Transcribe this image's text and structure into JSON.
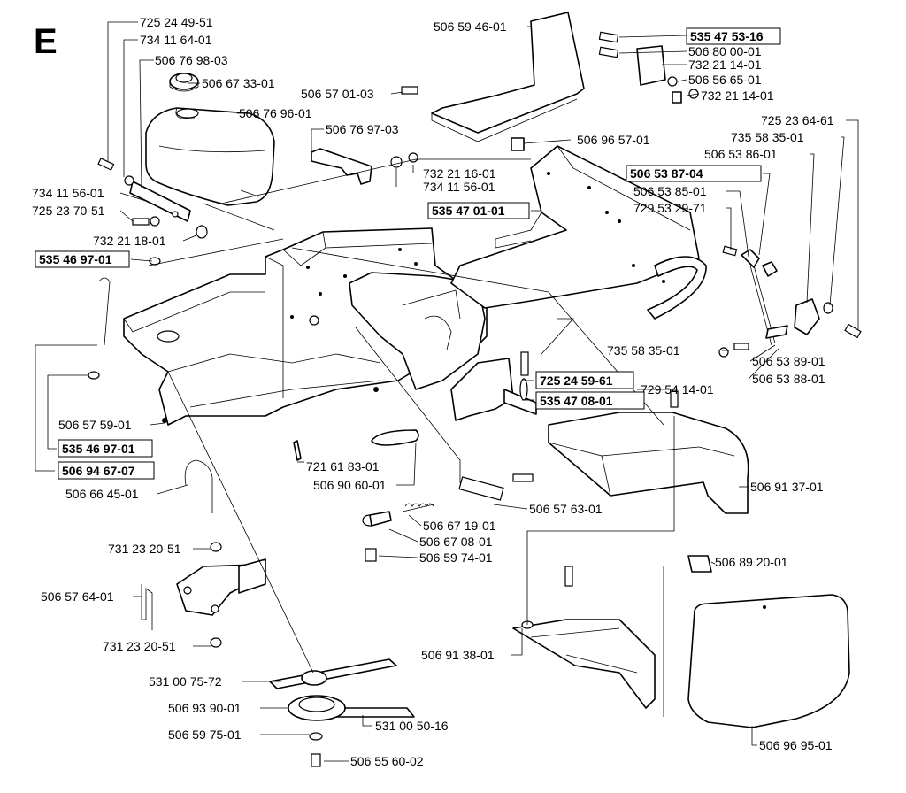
{
  "section_letter": "E",
  "labels": {
    "l01": "725 24 49-51",
    "l02": "734 11 64-01",
    "l03": "506 76 98-03",
    "l04": "506 67 33-01",
    "l05": "506 76 96-01",
    "l06": "506 76 97-03",
    "l07": "732 21 16-01",
    "l08": "734 11 56-01",
    "l09": "734 11 56-01",
    "l10": "725 23 70-51",
    "l11": "732 21 18-01",
    "l12": "535 46 97-01",
    "l13": "506 59 46-01",
    "l14": "506 57 01-03",
    "l15": "535 47 53-16",
    "l16": "506 80 00-01",
    "l17": "732 21 14-01",
    "l18": "506 56 65-01",
    "l19": "732 21 14-01",
    "l20": "725 23 64-61",
    "l21": "735 58 35-01",
    "l22": "506 53 86-01",
    "l23": "506 53 87-04",
    "l24": "506 53 85-01",
    "l25": "729 53 29-71",
    "l26": "506 96 57-01",
    "l27": "535 47 01-01",
    "l28": "735 58 35-01",
    "l29": "506 53 89-01",
    "l30": "506 53 88-01",
    "l31": "725 24 59-61",
    "l32": "729 54 14-01",
    "l33": "535 47 08-01",
    "l34": "506 57 59-01",
    "l35": "535 46 97-01",
    "l36": "506 94 67-07",
    "l37": "721 61 83-01",
    "l38": "506 90 60-01",
    "l39": "506 91 37-01",
    "l40": "506 66 45-01",
    "l41": "506 57 63-01",
    "l42": "506 67 19-01",
    "l43": "506 67 08-01",
    "l44": "506 59 74-01",
    "l45": "731 23 20-51",
    "l46": "506 89 20-01",
    "l47": "506 57 64-01",
    "l48": "731 23 20-51",
    "l49": "506 91 38-01",
    "l50": "531 00 75-72",
    "l51": "506 93 90-01",
    "l52": "531 00 50-16",
    "l53": "506 59 75-01",
    "l54": "506 55 60-02",
    "l55": "506 96 95-01"
  }
}
